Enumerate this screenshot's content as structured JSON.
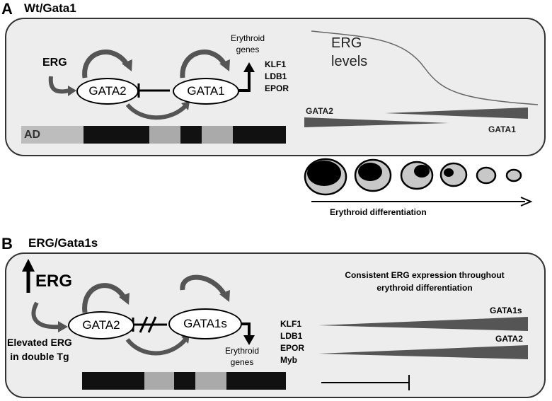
{
  "panel_a": {
    "letter": "A",
    "title": "Wt/Gata1",
    "erg": "ERG",
    "gata2": "GATA2",
    "gata1": "GATA1",
    "erythroid_genes": [
      "Erythroid",
      "genes"
    ],
    "target_genes": [
      "KLF1",
      "LDB1",
      "EPOR"
    ],
    "ad_label": "AD",
    "erg_levels": [
      "ERG",
      "levels"
    ],
    "gradient_left": "GATA2",
    "gradient_right": "GATA1",
    "differentiation_label": "Erythroid differentiation"
  },
  "panel_b": {
    "letter": "B",
    "title": "ERG/Gata1s",
    "erg": "ERG",
    "elevated": [
      "Elevated ERG",
      "in double Tg"
    ],
    "gata2": "GATA2",
    "gata1s": "GATA1s",
    "target_genes": [
      "KLF1",
      "LDB1",
      "EPOR",
      "Myb"
    ],
    "erythroid_genes": [
      "Erythroid",
      "genes"
    ],
    "consistent": [
      "Consistent ERG  expression throughout",
      "erythroid differentiation"
    ],
    "wedge_top": "GATA1s",
    "wedge_bottom": "GATA2"
  },
  "colors": {
    "arrow_grey": "#555555",
    "box_fill": "#ededed",
    "wedge": "#555555",
    "cell_ring": "#c8c8c8"
  }
}
